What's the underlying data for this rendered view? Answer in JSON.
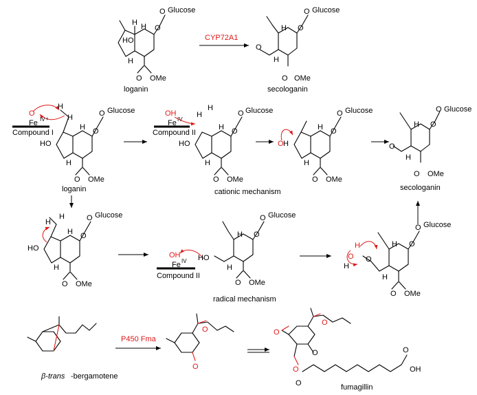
{
  "labels": {
    "loganin_top": "loganin",
    "secologanin_top": "secologanin",
    "loganin_mid": "loganin",
    "secologanin_right": "secologanin",
    "cationic": "cationic mechanism",
    "radical": "radical mechanism",
    "fumagillin": "fumagillin",
    "bergamotene_prefix": "β-trans",
    "bergamotene_suffix": "-bergamotene"
  },
  "enzymes": {
    "cyp": "CYP72A1",
    "p450": "P450 Fma"
  },
  "atoms": {
    "glucose": "Glucose",
    "o": "O",
    "ho": "HO",
    "h": "H",
    "ome": "OMe",
    "oh": "OH",
    "fe": "Fe",
    "iv": "IV",
    "plus": "+",
    "oh_acid": "OH"
  },
  "compounds": {
    "c1": "Compound I",
    "c2": "Compound II"
  }
}
